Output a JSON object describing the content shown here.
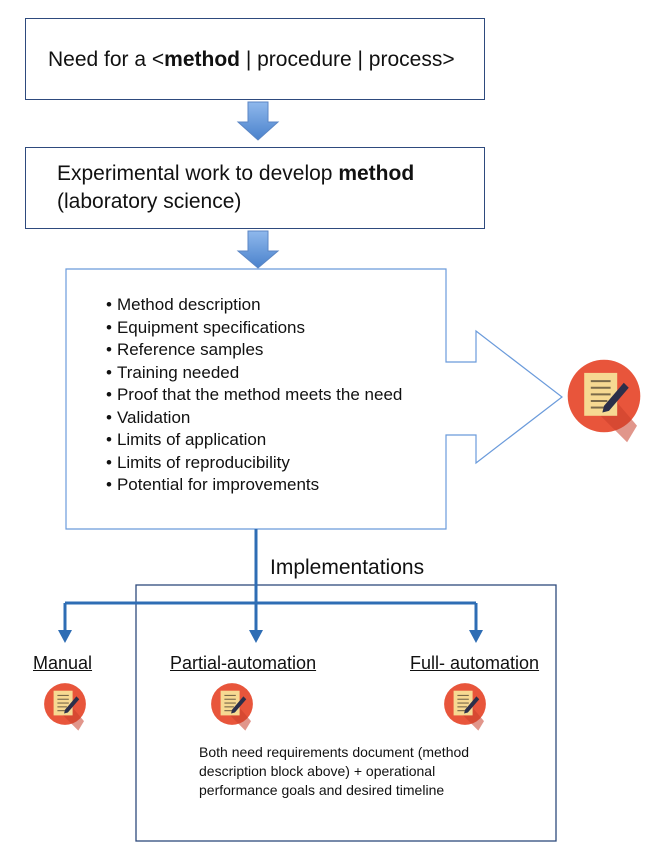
{
  "need": {
    "prefix": "Need for a <",
    "bold": "method",
    "suffix": " | procedure | process>"
  },
  "experimental": {
    "line1_prefix": "Experimental work to develop ",
    "line1_bold": "method",
    "line2": "(laboratory science)"
  },
  "deliverables": [
    "Method description",
    "Equipment specifications",
    "Reference samples",
    "Training needed",
    "Proof that the method meets the need",
    "Validation",
    "Limits of application",
    "Limits of reproducibility",
    "Potential for improvements"
  ],
  "implementations": {
    "title": "Implementations",
    "manual": "Manual",
    "partial": "Partial-automation",
    "full": "Full- automation",
    "note": "Both need requirements document (method description block above) + operational performance goals and desired timeline"
  },
  "colors": {
    "box_border": "#2e4a7d",
    "arrow_fill": "#6b9bdb",
    "icon_circle": "#e8553b",
    "icon_paper": "#f6d992",
    "connector": "#2e6db4"
  },
  "icons": {
    "document": "document-pen-icon"
  }
}
